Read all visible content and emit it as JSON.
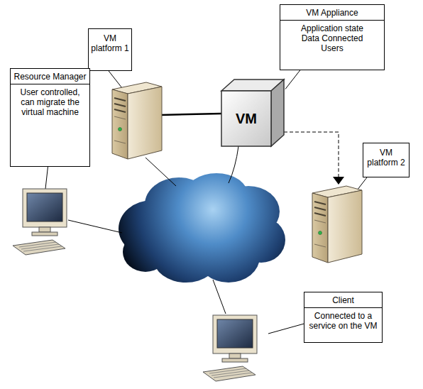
{
  "diagram": {
    "nodes": [
      {
        "text": [
          "VM Appliance",
          "Application state Data Connected Users"
        ]
      },
      {
        "text": [
          "VM platform 1"
        ]
      },
      {
        "text": [
          "Resource Manager",
          "User controlled, can migrate the virtual machine"
        ]
      },
      {
        "text": [
          "VM"
        ]
      },
      {
        "text": [
          "VM platform 2"
        ]
      },
      {
        "text": [
          "Client",
          "Connected to a service on the VM"
        ]
      }
    ],
    "edges": [
      {
        "from": 0,
        "to": 3,
        "arrow": "none"
      }
    ]
  }
}
